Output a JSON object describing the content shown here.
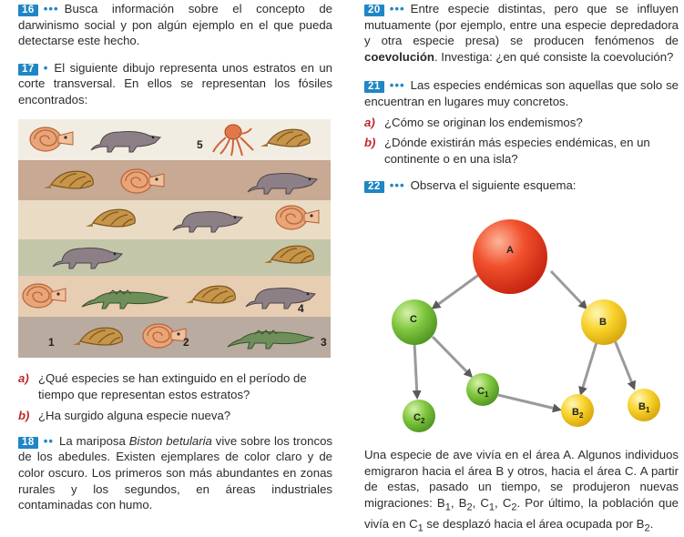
{
  "ex16": {
    "num": "16",
    "dots": "•••",
    "text": "Busca información sobre el concepto de darwinismo social y pon algún ejemplo en el que pueda detectarse este hecho."
  },
  "ex17": {
    "num": "17",
    "dots": "•",
    "text": "El siguiente dibujo representa unos estratos en un corte transversal. En ellos se representan los fósiles encontrados:",
    "fossil_numbers": [
      "1",
      "2",
      "3",
      "4",
      "5"
    ],
    "items": [
      {
        "letter": "a)",
        "text": "¿Qué especies se han extinguido en el período de tiempo que representan estos estratos?"
      },
      {
        "letter": "b)",
        "text": "¿Ha surgido alguna especie nueva?"
      }
    ]
  },
  "ex18": {
    "num": "18",
    "dots": "••",
    "pre": "La mariposa ",
    "species": "Biston betularia",
    "post": " vive sobre los troncos de los abedules. Existen ejemplares de color claro y de color oscuro. Los primeros son más abundantes en zonas rurales y los segundos, en áreas industriales contaminadas con humo."
  },
  "ex20": {
    "num": "20",
    "dots": "•••",
    "pre": "Entre especie distintas, pero que se influyen mutuamente (por ejemplo, entre una especie depredadora y otra especie presa) se producen fenómenos de ",
    "bold": "coevolución",
    "post": ". Investiga: ¿en qué consiste la coevolución?"
  },
  "ex21": {
    "num": "21",
    "dots": "•••",
    "text": "Las especies endémicas son aquellas que solo se encuentran en lugares muy concretos.",
    "items": [
      {
        "letter": "a)",
        "text": "¿Cómo se originan los endemismos?"
      },
      {
        "letter": "b)",
        "text": "¿Dónde existirán más especies endémicas, en un continente o en una isla?"
      }
    ]
  },
  "ex22": {
    "num": "22",
    "dots": "•••",
    "text": "Observa el siguiente esquema:",
    "nodes": {
      "A": "A",
      "B": "B",
      "C": "C",
      "B1": "B",
      "B2": "B",
      "C1": "C",
      "C2": "C",
      "sub1": "1",
      "sub2": "2"
    },
    "colors": {
      "red": "#e8321e",
      "yellow": "#f6cc1a",
      "green": "#78c23a",
      "accent": "#1f86c6"
    },
    "paragraph_html": "Una especie de ave vivía en el área A. Algunos individuos emigraron hacia el área B y otros, hacia el área C. A partir de estas, pasado un tiempo, se produjeron nuevas migraciones: B<sub>1</sub>, B<sub>2</sub>, C<sub>1</sub>, C<sub>2</sub>. Por último, la población que vivía en C<sub>1</sub> se desplazó hacia el área ocupada por B<sub>2</sub>."
  }
}
